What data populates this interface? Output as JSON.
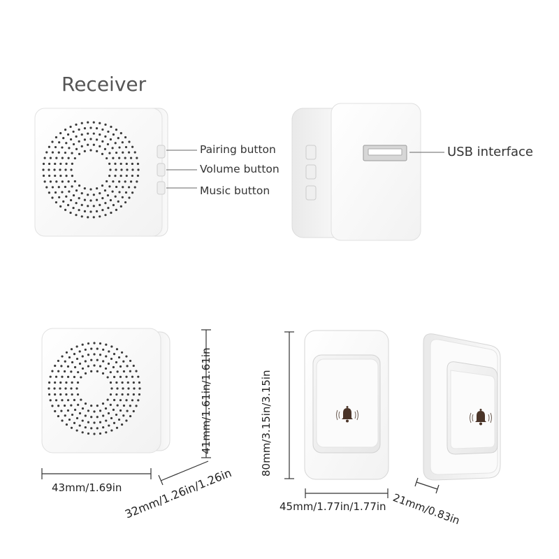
{
  "section_title": "Receiver",
  "callouts": {
    "pairing": "Pairing button",
    "volume": "Volume button",
    "music": "Music button",
    "usb": "USB interface"
  },
  "dimensions": {
    "receiver_width": "43mm/1.69in",
    "receiver_height": "41mm/1.61in/1.61in",
    "receiver_depth": "32mm/1.26in/1.26in",
    "button_height": "80mm/3.15in/3.15in",
    "button_width": "45mm/1.77in/1.77in",
    "button_depth": "21mm/0.83in"
  },
  "icons": {
    "bell": "bell-icon"
  },
  "colors": {
    "body_white": "#fbfbfb",
    "edge_gray": "#e4e4e4",
    "hole_gray": "#3a3a3a",
    "line_dark": "#333333"
  }
}
